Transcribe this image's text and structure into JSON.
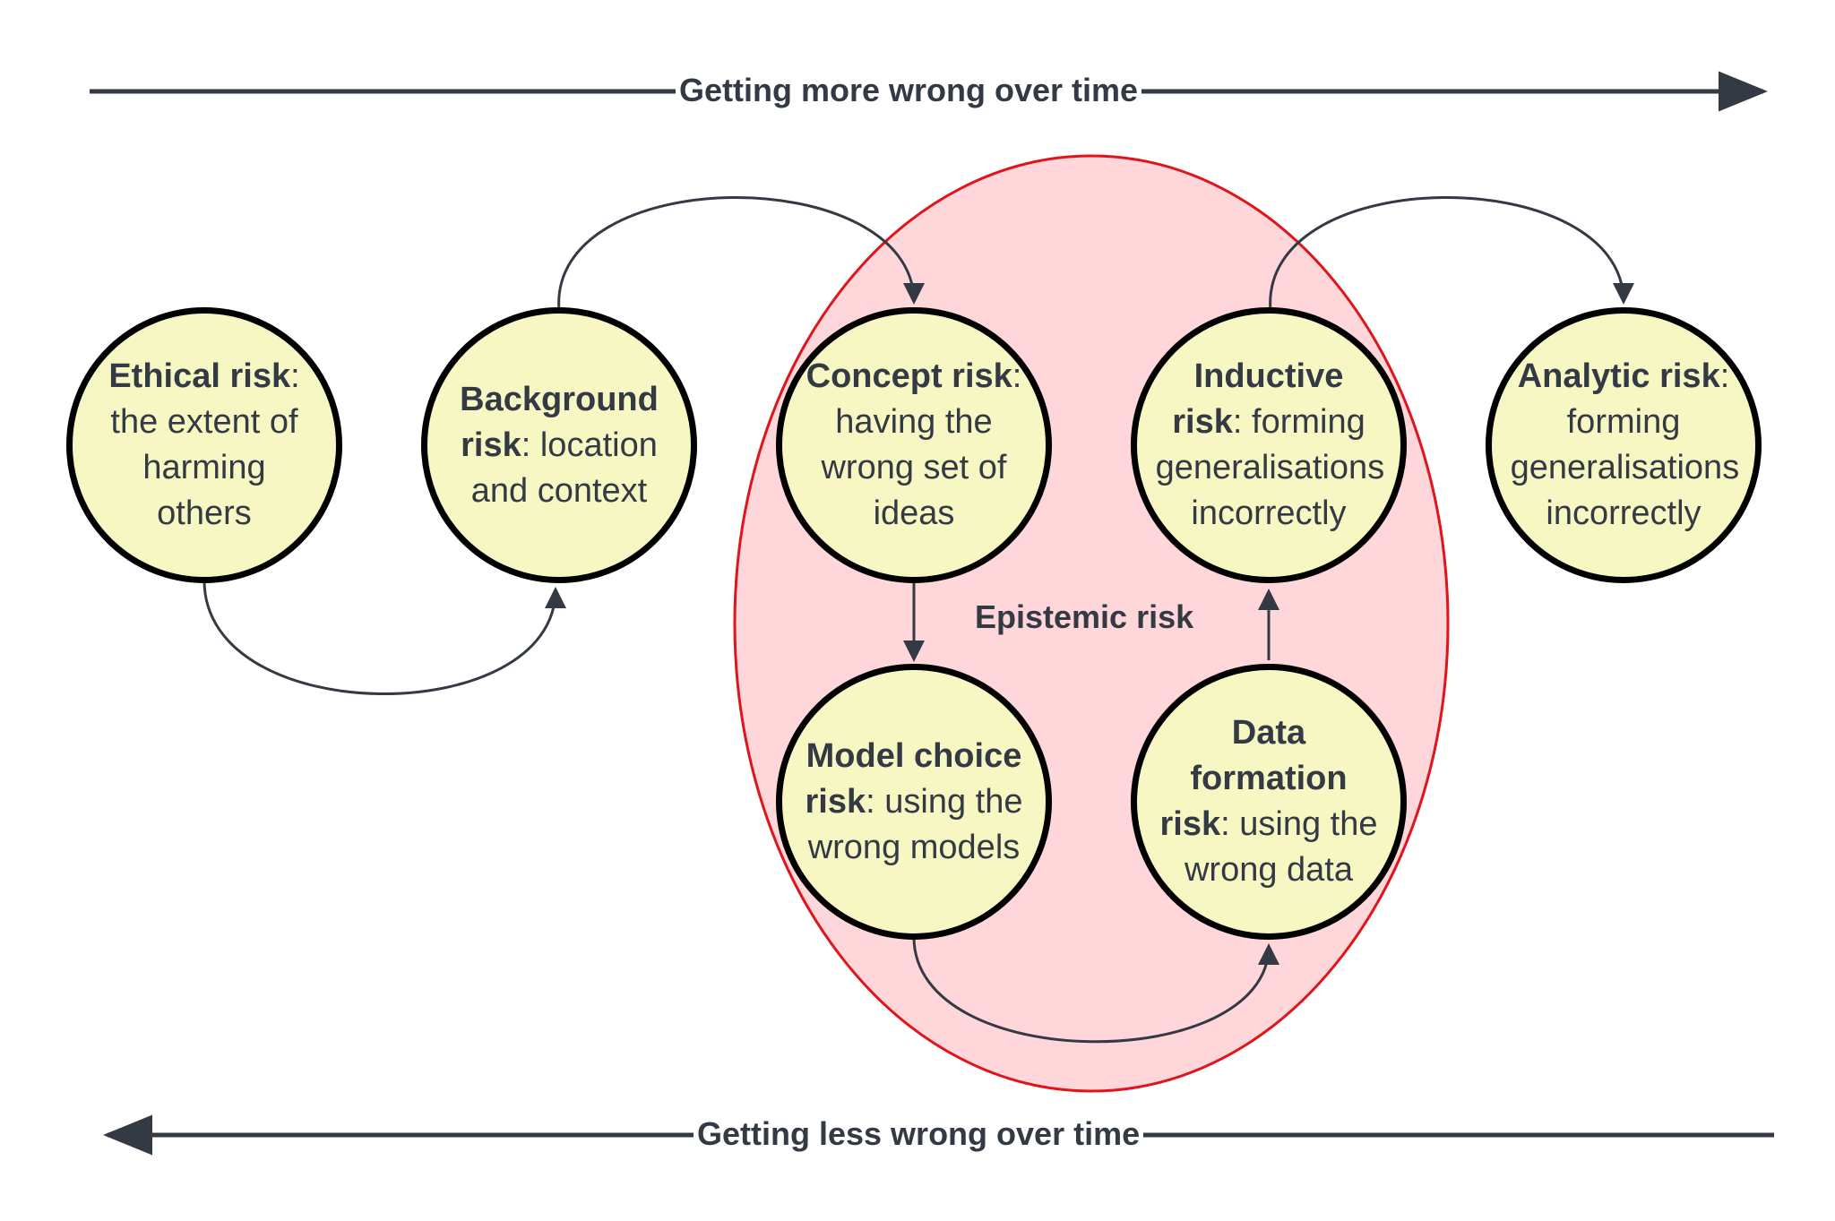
{
  "header": {
    "arrow_top_label": "Getting more wrong over time",
    "arrow_bottom_label": "Getting less wrong over time"
  },
  "group": {
    "label": "Epistemic risk",
    "fill_color": "#ffd6d9",
    "stroke_color": "#e0141b"
  },
  "colors": {
    "node_fill": "#f7f7c4",
    "node_border": "#000000",
    "text": "#333a44",
    "connector": "#333a44"
  },
  "nodes": {
    "ethical": {
      "bold": "Ethical risk",
      "rest": ": the extent of harming others"
    },
    "background": {
      "bold": "Background risk",
      "rest": ": location and context"
    },
    "concept": {
      "bold": "Concept risk",
      "rest": ": having the wrong set of ideas"
    },
    "model_choice": {
      "bold": "Model choice risk",
      "rest": ": using the wrong models"
    },
    "data_formation": {
      "bold": "Data formation risk",
      "rest": ": using the wrong data"
    },
    "inductive": {
      "bold": "Inductive risk",
      "rest": ": forming generalisations incorrectly"
    },
    "analytic": {
      "bold": "Analytic risk",
      "rest": ": forming generalisations incorrectly"
    }
  }
}
